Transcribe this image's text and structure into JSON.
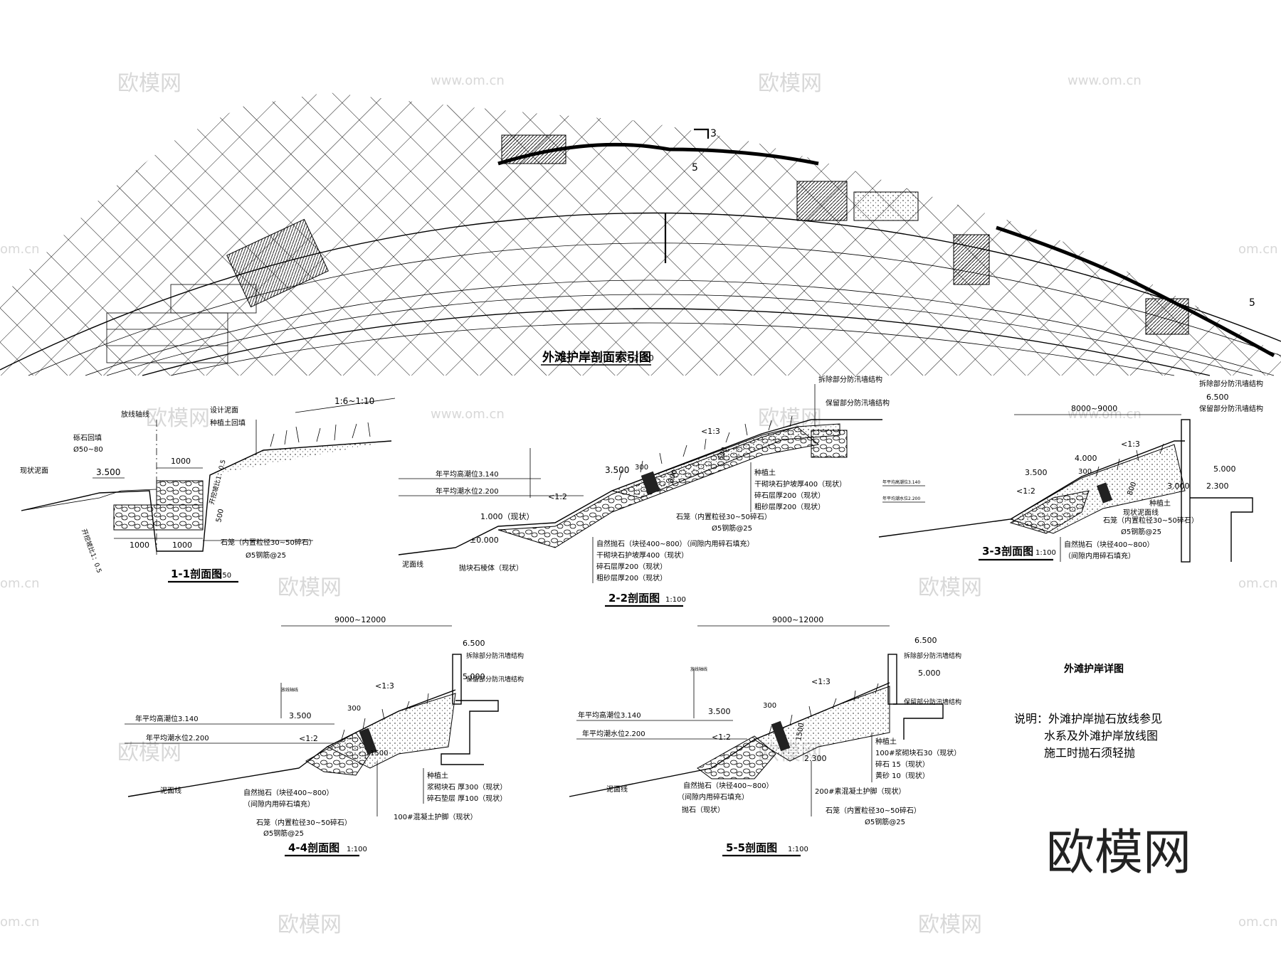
{
  "plan": {
    "title": "外滩护岸剖面索引图",
    "scale": "1:2500",
    "markers": [
      "3",
      "5",
      "5"
    ]
  },
  "sections": {
    "s1": {
      "title": "1-1剖面图",
      "scale": "150",
      "labels": {
        "axis": "放线轴线",
        "design_mud": "设计泥面",
        "planting_fill": "种植土回填",
        "rubble_fill": "砾石回填",
        "rubble_size": "Ø50~80",
        "existing_mud": "现状泥面",
        "elev": "3.500",
        "slope_top": "1:6~1:10",
        "dim_top": "1000",
        "dim_b1": "1000",
        "dim_b2": "1000",
        "dim_v": "500",
        "ratio_left": "开挖坡比1：0.5",
        "ratio_right": "开挖坡比1：0.5",
        "gabion": "石笼（内置粒径30~50碎石）",
        "wire": "Ø5钢筋@25"
      }
    },
    "s2": {
      "title": "2-2剖面图",
      "scale": "1:100",
      "labels": {
        "high_water": "年平均高潮位3.140",
        "mean_water": "年平均潮水位2.200",
        "elev_35": "3.500",
        "elev_10": "1.000（现状）",
        "elev_0": "±0.000",
        "slope_13": "<1:3",
        "slope_12": "<1:2",
        "dim_300": "300",
        "dim_800": "800",
        "dim_600": "600",
        "mud_line": "泥面线",
        "toe": "抛块石棱体（现状）",
        "retain_wall": "保留部分防汛墙结构",
        "remove_wall": "拆除部分防汛墙结构",
        "planting": "种植土",
        "dry_stone": "干砌块石护坡厚400（现状）",
        "gravel": "碎石层厚200（现状）",
        "sand": "粗砂层厚200（现状）",
        "riprap": "自然抛石（块径400~800）（间隙内用碎石填充）",
        "dry_stone2": "干砌块石护坡厚400（现状）",
        "gravel2": "碎石层厚200（现状）",
        "sand2": "粗砂层厚200（现状）",
        "gabion": "石笼（内置粒径30~50碎石）",
        "wire": "Ø5钢筋@25"
      }
    },
    "s3": {
      "title": "3-3剖面图",
      "scale": "1:100",
      "labels": {
        "width": "8000~9000",
        "remove_wall": "拆除部分防汛墙结构",
        "retain_wall": "保留部分防汛墙结构",
        "elev_65": "6.500",
        "elev_50": "5.000",
        "elev_40": "4.000",
        "elev_35": "3.500",
        "elev_30": "3.000",
        "elev_23": "2.300",
        "slope_13": "<1:3",
        "slope_12": "<1:2",
        "dim_300": "300",
        "dim_800": "800",
        "mud": "现状泥面线",
        "planting": "种植土",
        "gabion": "石笼（内置粒径30~50碎石）",
        "wire": "Ø5钢筋@25",
        "riprap": "自然抛石（块径400~800）",
        "riprap2": "（间隙内用碎石填充）",
        "hw": "年平均高潮位3.140",
        "mw": "年平均潮水位2.200"
      }
    },
    "s4": {
      "title": "4-4剖面图",
      "scale": "1:100",
      "labels": {
        "width": "9000~12000",
        "elev_65": "6.500",
        "elev_50": "5.000",
        "elev_35": "3.500",
        "remove_wall": "拆除部分防汛墙结构",
        "retain_wall": "保留部分防汛墙结构",
        "hw": "年平均高潮位3.140",
        "mw": "年平均潮水位2.200",
        "slope_13": "<1:3",
        "slope_12": "<1:2",
        "dim_300": "300",
        "dim_1500": "1500",
        "axis": "放线轴线",
        "mud": "泥面线",
        "planting": "种植土",
        "mortar": "浆砌块石 厚300（现状）",
        "gravel": "碎石垫层 厚100（现状）",
        "riprap": "自然抛石（块径400~800）",
        "riprap2": "（间隙内用碎石填充）",
        "gabion": "石笼（内置粒径30~50碎石）",
        "wire": "Ø5钢筋@25",
        "concrete": "100#混凝土护脚（现状）"
      }
    },
    "s5": {
      "title": "5-5剖面图",
      "scale": "1:100",
      "labels": {
        "width": "9000~12000",
        "elev_65": "6.500",
        "elev_50": "5.000",
        "elev_35": "3.500",
        "elev_23": "2.300",
        "remove_wall": "拆除部分防汛墙结构",
        "retain_wall": "保留部分防汛墙结构",
        "hw": "年平均高潮位3.140",
        "mw": "年平均潮水位2.200",
        "slope_13": "<1:3",
        "slope_12": "<1:2",
        "dim_300": "300",
        "dim_1500": "1500",
        "axis": "放线轴线",
        "mud": "泥面线",
        "planting": "种植土",
        "mortar": "100#浆砌块石30（现状）",
        "gravel": "碎石 15（现状）",
        "sand": "黄砂 10（现状）",
        "riprap": "自然抛石（块径400~800）",
        "riprap2": "（间隙内用碎石填充）",
        "stone": "抛石（现状）",
        "concrete": "200#素混凝土护脚（现状）",
        "gabion": "石笼（内置粒径30~50碎石）",
        "wire": "Ø5钢筋@25"
      }
    }
  },
  "notes": {
    "heading": "外滩护岸详图",
    "line1": "说明：外滩护岸抛石放线参见",
    "line2": "水系及外滩护岸放线图",
    "line3": "施工时抛石须轻抛"
  },
  "watermarks": {
    "brand": "欧模网",
    "url": "www.om.cn",
    "url_short": "om.cn",
    "logo": "欧模网"
  }
}
